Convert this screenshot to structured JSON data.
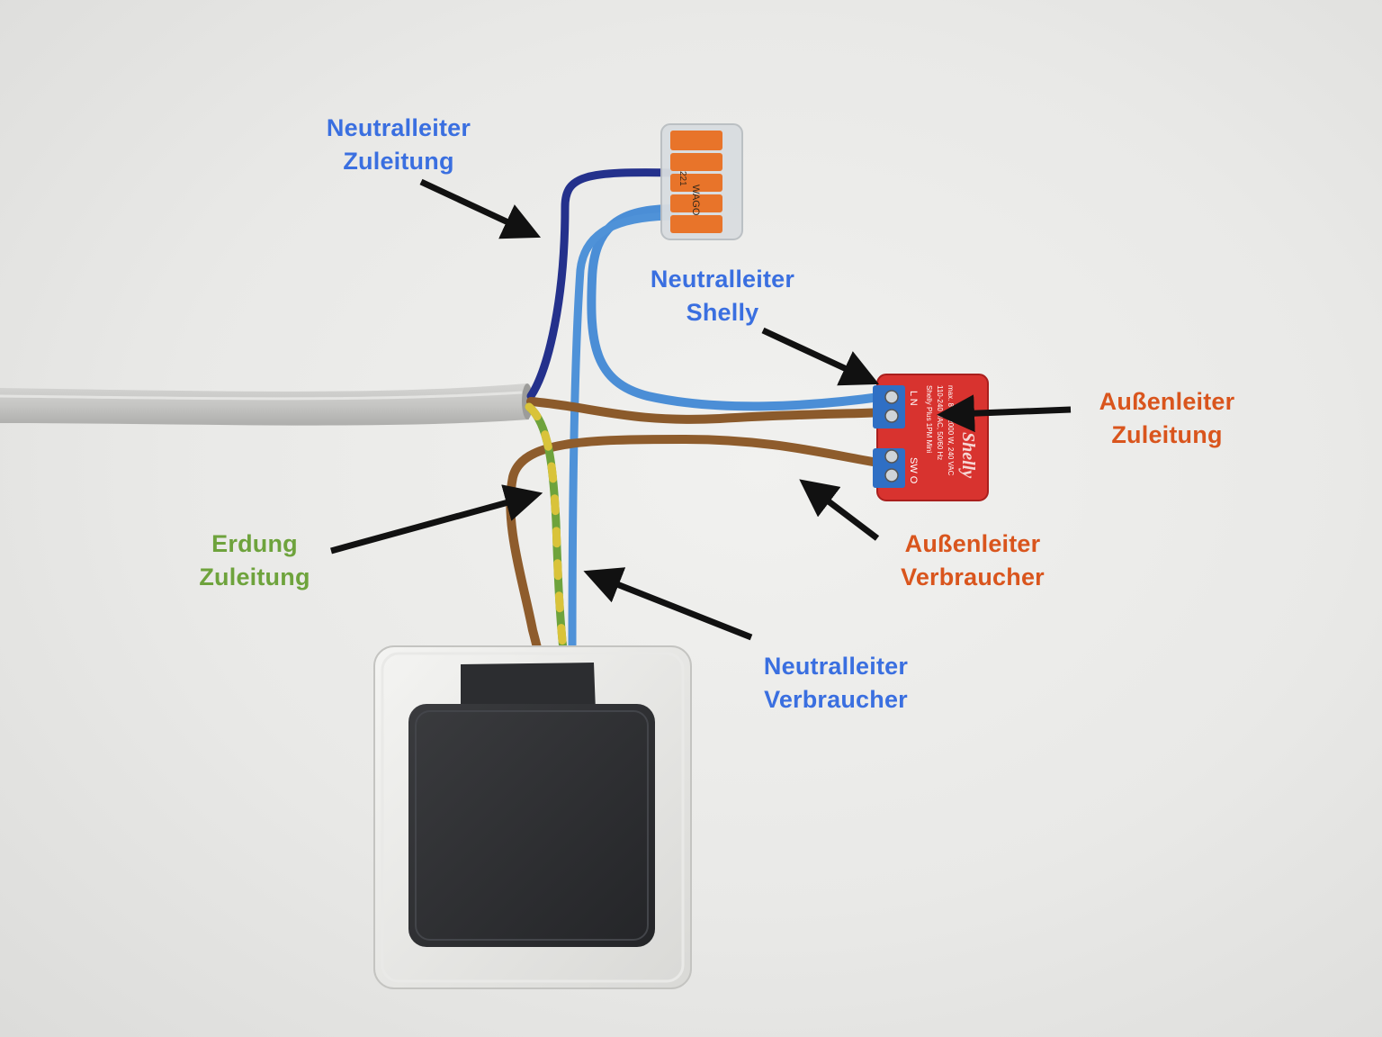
{
  "colors": {
    "neutral_label": "#3a6fe0",
    "phase_label": "#d9551d",
    "earth_label": "#6ea33c",
    "shelly_body": "#d8332f",
    "wago_lever": "#e8742a",
    "socket_lid": "#2c2d30"
  },
  "labels": {
    "neutral_supply": {
      "line1": "Neutralleiter",
      "line2": "Zuleitung"
    },
    "neutral_shelly": {
      "line1": "Neutralleiter",
      "line2": "Shelly"
    },
    "phase_supply": {
      "line1": "Außenleiter",
      "line2": "Zuleitung"
    },
    "phase_load": {
      "line1": "Außenleiter",
      "line2": "Verbraucher"
    },
    "earth_supply": {
      "line1": "Erdung",
      "line2": "Zuleitung"
    },
    "neutral_load": {
      "line1": "Neutralleiter",
      "line2": "Verbraucher"
    }
  },
  "shelly": {
    "terminals_top": "L N",
    "terminals_bottom": "SW O",
    "text_line1": "Shelly Plus 1PM Mini",
    "text_line2": "110-240 VAC, 50/60 Hz",
    "text_line3": "max. 8 A / 2000 W, 240 VAC",
    "logo": "Shelly"
  },
  "wago": {
    "brand": "WAGO",
    "model": "221"
  },
  "icons": [
    "arrow-icon"
  ]
}
